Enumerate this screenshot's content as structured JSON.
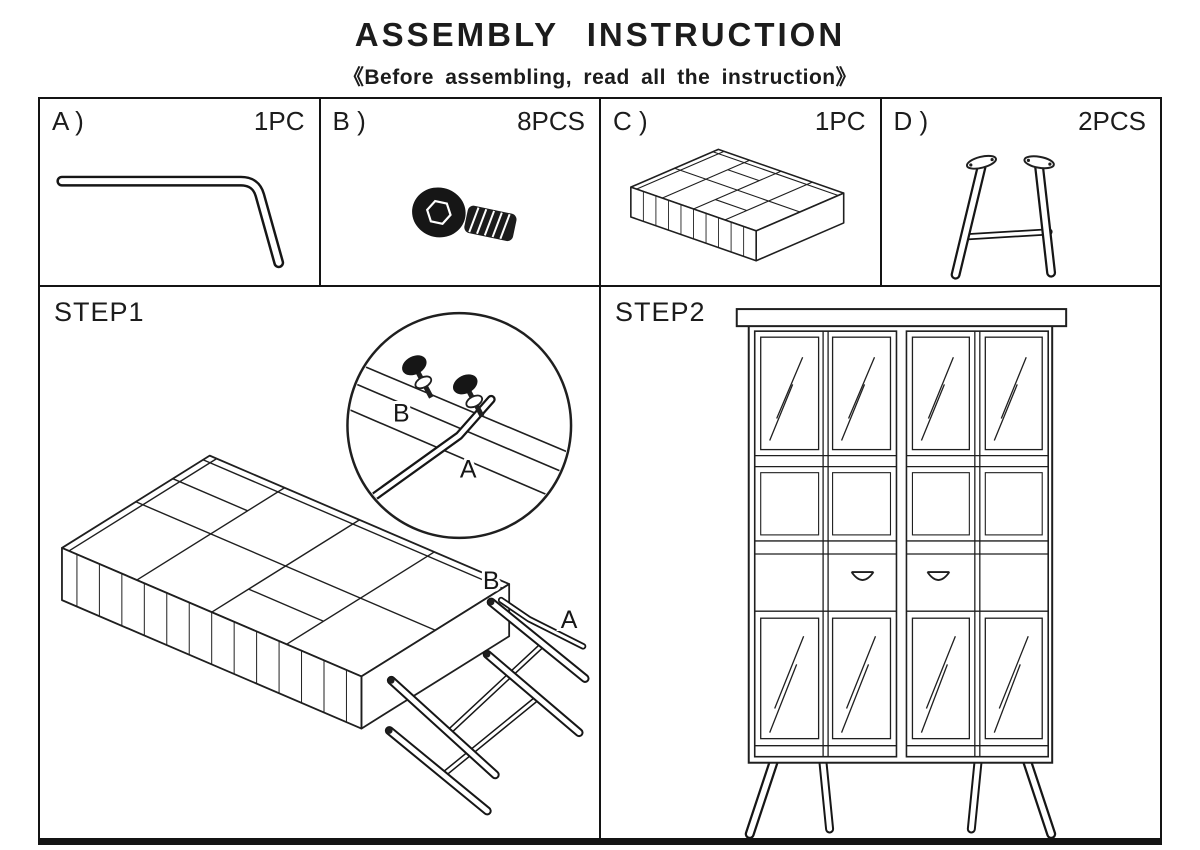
{
  "colors": {
    "ink": "#1f1f1f",
    "paper": "#ffffff"
  },
  "header": {
    "title": "ASSEMBLY INSTRUCTION",
    "subtitle": "《Before assembling, read all the instruction》"
  },
  "parts": [
    {
      "label": "A )",
      "qty": "1PC",
      "icon": "allen-key-icon"
    },
    {
      "label": "B )",
      "qty": "8PCS",
      "icon": "hex-bolt-icon"
    },
    {
      "label": "C )",
      "qty": "1PC",
      "icon": "cabinet-carcass-icon"
    },
    {
      "label": "D )",
      "qty": "2PCS",
      "icon": "leg-assembly-icon"
    }
  ],
  "steps": [
    {
      "label": "STEP1",
      "callouts": {
        "detail_bolt": "B",
        "detail_key": "A",
        "main_bolt": "B",
        "main_key": "A"
      }
    },
    {
      "label": "STEP2"
    }
  ]
}
